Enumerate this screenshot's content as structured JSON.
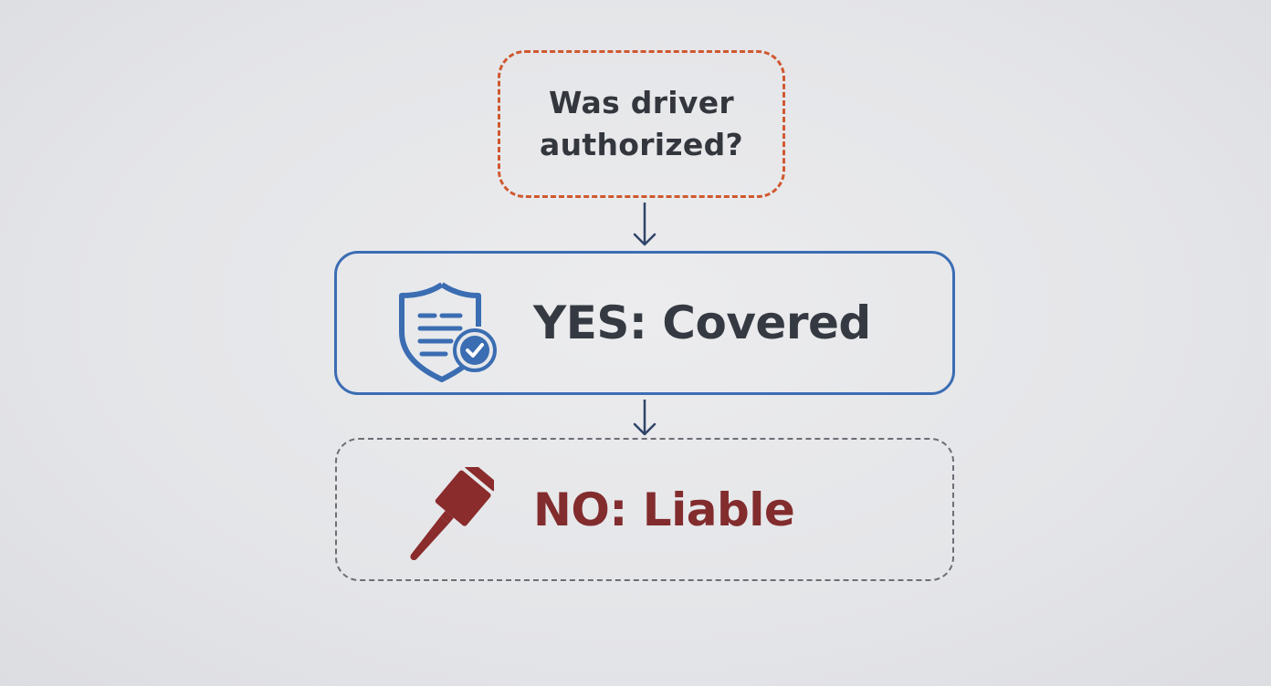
{
  "diagram": {
    "question": {
      "line1": "Was driver",
      "line2": "authorized?",
      "border_color": "#d0582f"
    },
    "yes_node": {
      "label": "YES: Covered",
      "icon": "shield-check-icon",
      "border_color": "#3b6db3",
      "text_color": "#353a42"
    },
    "no_node": {
      "label": "NO: Liable",
      "icon": "gavel-icon",
      "border_color": "#6b6e75",
      "text_color": "#822c2e"
    },
    "edges": [
      {
        "from": "question",
        "to": "yes_node"
      },
      {
        "from": "yes_node",
        "to": "no_node"
      }
    ],
    "arrow_color": "#2f4468"
  }
}
